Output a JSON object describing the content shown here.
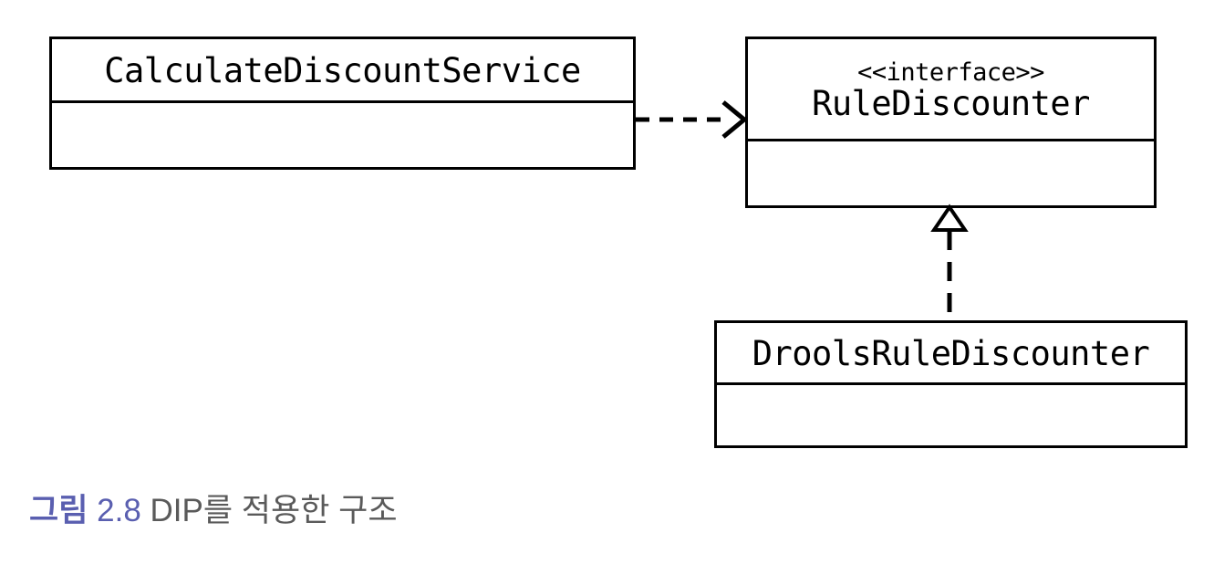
{
  "diagram": {
    "kind": "uml-class-diagram",
    "background_color": "#ffffff",
    "line_color": "#000000",
    "classes": [
      {
        "id": "calculate-discount-service",
        "name": "CalculateDiscountService",
        "stereotype": "",
        "members": []
      },
      {
        "id": "rule-discounter",
        "name": "RuleDiscounter",
        "stereotype": "<<interface>>",
        "members": []
      },
      {
        "id": "drools-rule-discounter",
        "name": "DroolsRuleDiscounter",
        "stereotype": "",
        "members": []
      }
    ],
    "relationships": [
      {
        "id": "dependency",
        "type": "dependency",
        "line_style": "dashed",
        "arrowhead": "open-arrow",
        "from": "calculate-discount-service",
        "to": "rule-discounter"
      },
      {
        "id": "realization",
        "type": "realization",
        "line_style": "dashed",
        "arrowhead": "hollow-triangle",
        "from": "drools-rule-discounter",
        "to": "rule-discounter"
      }
    ]
  },
  "caption": {
    "label": "그림",
    "number": "2.8",
    "text": "DIP를 적용한 구조",
    "label_color": "#5a5fb0",
    "text_color": "#5a5a5a",
    "full": "그림 2.8 DIP를 적용한 구조"
  }
}
